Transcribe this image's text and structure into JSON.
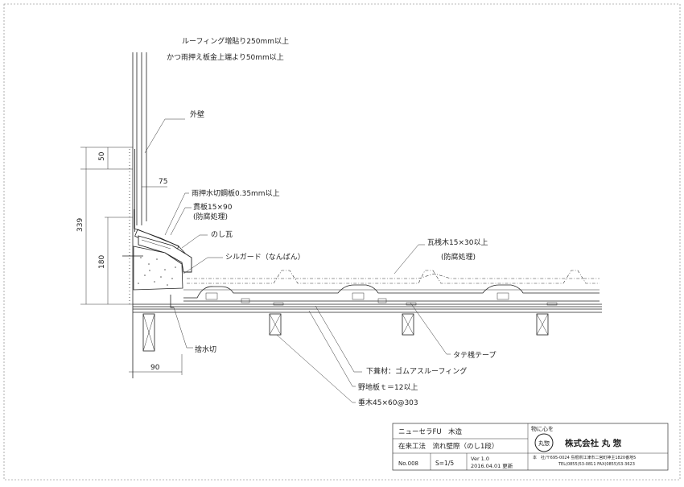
{
  "notes": {
    "roofing_overlap_1": "ルーフィング増貼り250mm以上",
    "roofing_overlap_2": "かつ雨押え板金上端より50mm以上",
    "outer_wall": "外壁",
    "flashing": "雨押水切鋼板0.35mm以上",
    "nuki_1": "貫板15×90",
    "nuki_2": "(防腐処理)",
    "noshi": "のし瓦",
    "sill_guard": "シルガード（なんばん）",
    "batten_1": "瓦桟木15×30以上",
    "batten_2": "(防腐処理)",
    "drip": "捨水切",
    "vertical_tape": "タテ桟テープ",
    "underlay": "下葺材：ゴムアスルーフィング",
    "sheathing": "野地板ｔ＝12以上",
    "rafter": "垂木45×60@303"
  },
  "dimensions": {
    "d50": "50",
    "d75": "75",
    "d339": "339",
    "d180": "180",
    "d90": "90"
  },
  "title_block": {
    "product": "ニューセラFU　木造",
    "drawing_title": "在来工法　流れ壁際（のし1段）",
    "drawing_no": "No.008",
    "scale": "S=1/5",
    "version": "Ver 1.0",
    "date": "2016.04.01 更新",
    "motto": "物に心を",
    "logo_glyph": "丸惣",
    "company": "株式会社 丸 惣",
    "address": "本　社/〒695-0024 島根県江津市二宮町神主1820番地5",
    "contact": "TEL(0855)53-0811  FAX(0855)53-3623"
  }
}
